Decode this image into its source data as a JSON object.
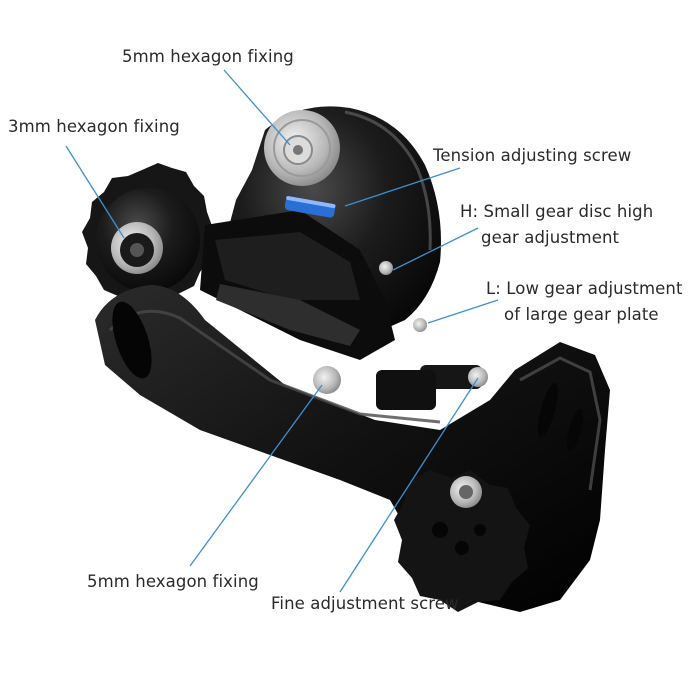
{
  "callouts": {
    "top_fixing": "5mm hexagon fixing",
    "left_fixing": "3mm hexagon fixing",
    "tension_screw": "Tension adjusting screw",
    "h_adjust_line1": "H: Small gear disc high",
    "h_adjust_line2": "gear adjustment",
    "l_adjust_line1": "L: Low gear adjustment",
    "l_adjust_line2": "of large gear plate",
    "bottom_fixing": "5mm hexagon fixing",
    "fine_screw": "Fine adjustment screw"
  },
  "colors": {
    "leader_line": "#3d8fd0",
    "body": "#141414",
    "highlight": "#5a5a5a",
    "metal": "#c9c9c9",
    "screw_blue": "#2a6fd6"
  }
}
